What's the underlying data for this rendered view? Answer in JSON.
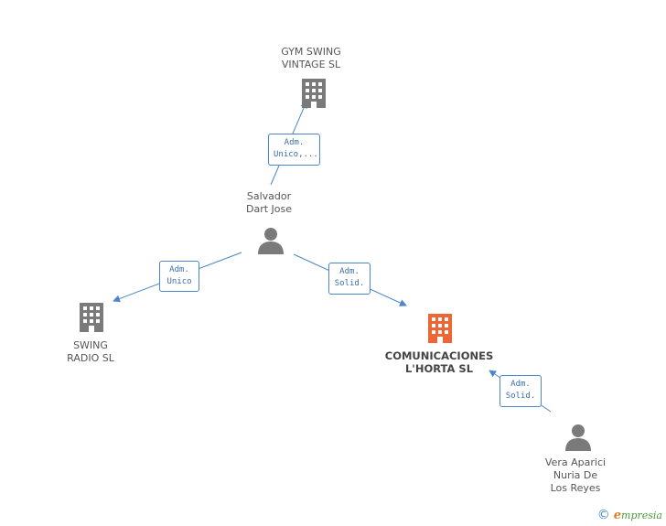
{
  "colors": {
    "company": "#7a7a7a",
    "highlight_company": "#ee6633",
    "person": "#7a7a7a",
    "edge": "#4a86c8",
    "role_text": "#3a6ea5"
  },
  "nodes": {
    "gym": {
      "type": "company",
      "icon": "building-icon",
      "line1": "GYM SWING",
      "line2": "VINTAGE  SL"
    },
    "salvador": {
      "type": "person",
      "icon": "person-icon",
      "line1": "Salvador",
      "line2": "Dart Jose"
    },
    "swing": {
      "type": "company",
      "icon": "building-icon",
      "line1": "SWING",
      "line2": "RADIO  SL"
    },
    "comunicaciones": {
      "type": "company",
      "icon": "building-icon",
      "highlight": true,
      "line1": "COMUNICACIONES",
      "line2": "L'HORTA SL"
    },
    "vera": {
      "type": "person",
      "icon": "person-icon",
      "line1": "Vera Aparici",
      "line2": "Nuria De",
      "line3": "Los Reyes"
    }
  },
  "roles": {
    "salvador_gym": {
      "line1": "Adm.",
      "line2": "Unico,..."
    },
    "salvador_swing": {
      "line1": "Adm.",
      "line2": "Unico"
    },
    "salvador_com": {
      "line1": "Adm.",
      "line2": "Solid."
    },
    "vera_com": {
      "line1": "Adm.",
      "line2": "Solid."
    }
  },
  "footer": {
    "copyright_symbol": "©",
    "brand_initial": "e",
    "brand_rest": "mpresia"
  }
}
